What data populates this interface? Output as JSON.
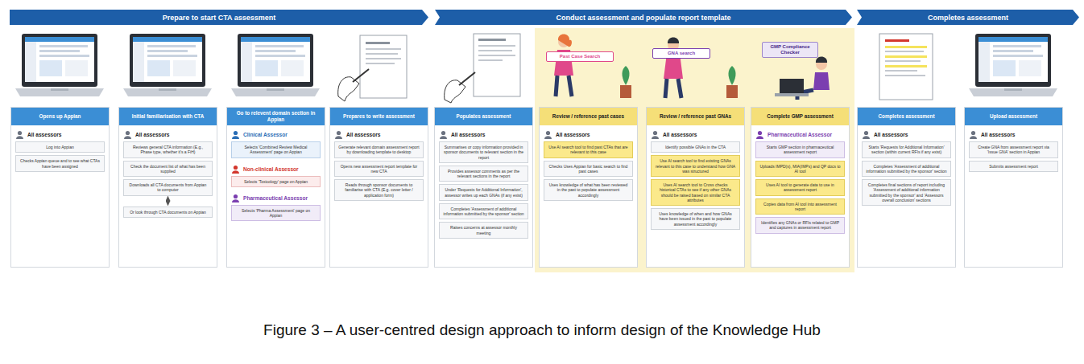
{
  "diagram": {
    "caption": "Figure 3 – A user-centred design approach to inform design of the Knowledge Hub",
    "nodes": [
      {
        "text": [
          "Prepare to start CTA assessment"
        ]
      },
      {
        "text": [
          "Conduct assessment and populate report template"
        ]
      },
      {
        "text": [
          "Completes assessment"
        ]
      },
      {
        "text": [
          "Opens up Appian"
        ]
      },
      {
        "text": [
          "All assessors"
        ],
        "in": 3
      },
      {
        "text": [
          "Log into Appian"
        ],
        "in": 4
      },
      {
        "text": [
          "Checks Appian queue and to see what CTAs have been assigned"
        ],
        "in": 4
      },
      {
        "text": [
          "Initial familiarisation with CTA"
        ]
      },
      {
        "text": [
          "All assessors"
        ],
        "in": 7
      },
      {
        "text": [
          "Reviews general CTA information (E.g., Phase type, whether it's a FiH)"
        ],
        "in": 8
      },
      {
        "text": [
          "Check the document list of what has been supplied"
        ],
        "in": 8
      },
      {
        "text": [
          "Downloads all CTA documents from Appian to computer"
        ],
        "in": 8
      },
      {
        "text": [
          "Or look through CTA documents on Appian"
        ],
        "in": 8
      },
      {
        "text": [
          "Go to relevent domain section in Appian"
        ]
      },
      {
        "text": [
          "Clinical Assessor"
        ],
        "in": 13
      },
      {
        "text": [
          "Selects 'Combined Review Medical Assessment' page on Appian"
        ],
        "in": 14
      },
      {
        "text": [
          "Non-clinical Assessor"
        ],
        "in": 13
      },
      {
        "text": [
          "Selects 'Toxicology' page on Appian"
        ],
        "in": 16
      },
      {
        "text": [
          "Pharmaceutical Assessor"
        ],
        "in": 13
      },
      {
        "text": [
          "Selects 'Pharma Assessment' page on Appian"
        ],
        "in": 18
      },
      {
        "text": [
          "Prepares to write assessment"
        ]
      },
      {
        "text": [
          "All assessors"
        ],
        "in": 20
      },
      {
        "text": [
          "Generate relevant domain assessment report by downloading template to desktop"
        ],
        "in": 21
      },
      {
        "text": [
          "Opens new assessment report template for new CTA"
        ],
        "in": 21
      },
      {
        "text": [
          "Reads through sponsor documents to familiarise with CTA (E.g. cover letter / application form)"
        ],
        "in": 21
      },
      {
        "text": [
          "Populates assessment"
        ]
      },
      {
        "text": [
          "All assessors"
        ],
        "in": 25
      },
      {
        "text": [
          "Summarises or copy information provided in sponsor documents to relevant section in the report"
        ],
        "in": 26
      },
      {
        "text": [
          "Provides assessor comments as per the relevant sections in the report"
        ],
        "in": 26
      },
      {
        "text": [
          "Under 'Requests for Additional Information', assessor writes up each GNAs (if any exist)"
        ],
        "in": 26
      },
      {
        "text": [
          "Completes 'Assessment of additional information submitted by the sponsor' section"
        ],
        "in": 26
      },
      {
        "text": [
          "Raises concerns at assessor monthly meeting"
        ],
        "in": 26
      },
      {
        "text": [
          "Review / reference past cases"
        ]
      },
      {
        "text": [
          "All assessors"
        ],
        "in": 32
      },
      {
        "text": [
          "Use AI search tool to find past CTAs that are relevant to this case"
        ],
        "in": 33
      },
      {
        "text": [
          "Checks Uses Appian for basic search to find past cases"
        ],
        "in": 33
      },
      {
        "text": [
          "Uses knowledge of what has been reviewed in the past to populate assessment accordingly"
        ],
        "in": 33
      },
      {
        "text": [
          "Review / reference past GNAs"
        ]
      },
      {
        "text": [
          "All assessors"
        ],
        "in": 37
      },
      {
        "text": [
          "Identify possible GNAs in the CTA"
        ],
        "in": 38
      },
      {
        "text": [
          "Use AI search tool to find existing GNAs relevant to this case to understand how GNA was structured"
        ],
        "in": 38
      },
      {
        "text": [
          "Uses AI search tool to Cross checks historical CTAs to see if any other GNAs should be raised based on similar CTA attributes"
        ],
        "in": 38
      },
      {
        "text": [
          "Uses knowledge of when and how GNAs have been issued in the past to populate assessment accordingly"
        ],
        "in": 38
      },
      {
        "text": [
          "Complete GMP assessment"
        ]
      },
      {
        "text": [
          "Pharmaceutical Assessor"
        ],
        "in": 43
      },
      {
        "text": [
          "Starts GMP section in pharmaceutical assessment report"
        ],
        "in": 44
      },
      {
        "text": [
          "Uploads IMPD(s), MIA(IMPs) and QP docs to AI tool"
        ],
        "in": 44
      },
      {
        "text": [
          "Uses AI tool to generate data to use in assessment report"
        ],
        "in": 44
      },
      {
        "text": [
          "Copies data from AI tool into assessment report"
        ],
        "in": 44
      },
      {
        "text": [
          "Identifies any GNAs or RFIs related to GMP and captures in assessment report"
        ],
        "in": 44
      },
      {
        "text": [
          "Completes assessment"
        ]
      },
      {
        "text": [
          "All assessors"
        ],
        "in": 50
      },
      {
        "text": [
          "Starts 'Requests for Additional Information' section (within current RFIs if any exist)"
        ],
        "in": 51
      },
      {
        "text": [
          "Completes 'Assessment of additional information submitted by the sponsor' section"
        ],
        "in": 51
      },
      {
        "text": [
          "Completes final sections of report including 'Assessment of additional information submitted by the sponsor' and 'Assessors overall conclusion' sections"
        ],
        "in": 51
      },
      {
        "text": [
          "Upload assessment"
        ]
      },
      {
        "text": [
          "All assessors"
        ],
        "in": 55
      },
      {
        "text": [
          "Create GNA from assessment report via 'Issue GNA' section in Appian"
        ],
        "in": 56
      },
      {
        "text": [
          "Submits assessment report"
        ],
        "in": 56
      }
    ],
    "edges": [
      {
        "from": 11,
        "to": 12,
        "arrow": "both"
      }
    ],
    "labels": [
      "Past Case Search",
      "GNA search",
      "GMP Compliance Checker"
    ]
  }
}
